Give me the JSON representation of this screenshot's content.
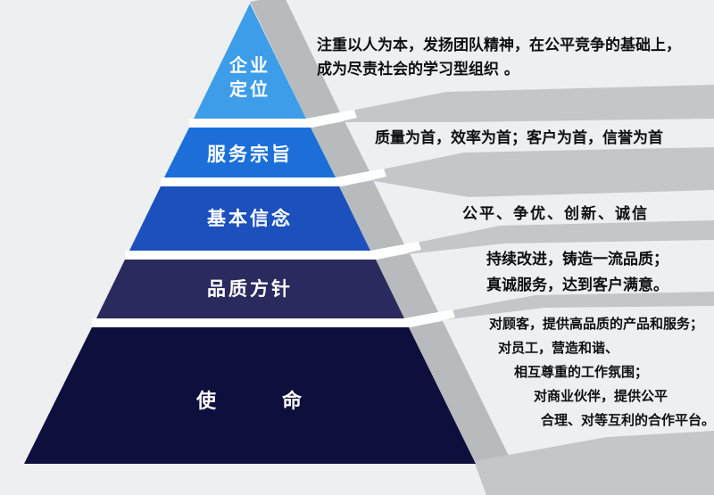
{
  "diagram_title": "",
  "colors": {
    "background": "#edeff1",
    "shadow_plate": "#c4c7c9",
    "shadow_side": "#b7bbbd",
    "gap_strip": "#ffffff",
    "label_text": "#ffffff",
    "desc_text": "#101010"
  },
  "pyramid": {
    "tiers": [
      {
        "label": "企业\n定位",
        "color": "#3d9de8",
        "desc_lines": [
          "注重以人为本，发扬团队精神，在公平竞争的基础上，",
          "成为尽责社会的学习型组织 。"
        ]
      },
      {
        "label": "服务宗旨",
        "color": "#1c6fd8",
        "desc_lines": [
          "质量为首，效率为首；客户为首，信誉为首"
        ]
      },
      {
        "label": "基本信念",
        "color": "#1b50bd",
        "desc_lines": [
          "公平、争优、创新、诚信"
        ]
      },
      {
        "label": "品质方针",
        "color": "#2a2a5e",
        "desc_lines": [
          "持续改进，铸造一流品质；",
          "真诚服务，达到客户满意。"
        ]
      },
      {
        "label": "使　　　命",
        "color": "#0f0f3d",
        "desc_lines": [
          "对顾客，提供高品质的产品和服务；",
          "对员工，营造和谐、",
          "相互尊重的工作氛围；",
          "对商业伙伴，提供公平",
          "合理、对等互利的合作平台。"
        ]
      }
    ]
  }
}
